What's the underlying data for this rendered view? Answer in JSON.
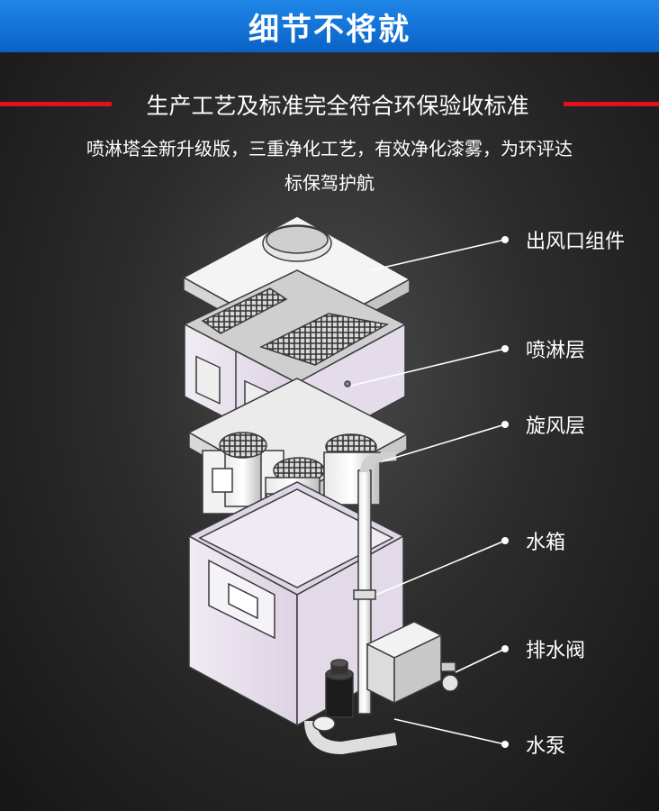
{
  "header": {
    "title": "细节不将就"
  },
  "subtitle": "生产工艺及标准完全符合环保验收标准",
  "description": {
    "line1": "喷淋塔全新升级版，三重净化工艺，有效净化漆雾，为环评达",
    "line2": "标保驾护航"
  },
  "callouts": [
    {
      "label": "出风口组件"
    },
    {
      "label": "喷淋层"
    },
    {
      "label": "旋风层"
    },
    {
      "label": "水箱"
    },
    {
      "label": "排水阀"
    },
    {
      "label": "水泵"
    }
  ],
  "colors": {
    "banner_blue": "#1577de",
    "accent_red": "#e0121b",
    "panel_lavender": "#e8e0ee",
    "outline": "#3a3a3a"
  }
}
